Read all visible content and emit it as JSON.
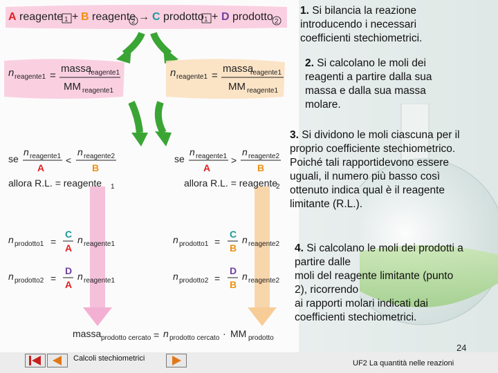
{
  "diagram": {
    "top_eq": {
      "A": "A",
      "reagente_a": " reagente",
      "sub1": "1",
      "plus1": " + ",
      "B": "B",
      "reagente_b": " reagente",
      "sub2": "2",
      "arrow": " → ",
      "C": "C",
      "prodotto_c": " prodotto",
      "sub3": "1",
      "plus2": " + ",
      "D": "D",
      "prodotto_d": " prodotto",
      "sub4": "2"
    },
    "left": {
      "n": "n",
      "n_sub": "reagente1",
      "eq": "=",
      "num": "massa",
      "num_sub": "reagente1",
      "den": "MM",
      "den_sub": "reagente1",
      "se": "se",
      "cmp_num1_sub": "reagente1",
      "cmp_den1": "A",
      "lt": "<",
      "cmp_num2_sub": "reagente2",
      "cmp_den2": "B",
      "allora": "allora R.L. = reagente",
      "allora_sub": "1",
      "p1_sub": "prodotto1",
      "p1_num": "C",
      "p1_den": "A",
      "p1_n_sub": "reagente1",
      "p2_sub": "prodotto2",
      "p2_num": "D",
      "p2_den": "A",
      "p2_n_sub": "reagente1"
    },
    "right": {
      "n_sub": "reagente1",
      "num": "massa",
      "num_sub": "reagente1",
      "den": "MM",
      "den_sub": "reagente1",
      "se": "se",
      "cmp_num1_sub": "reagente1",
      "cmp_den1": "A",
      "gt": ">",
      "cmp_num2_sub": "reagente2",
      "cmp_den2": "B",
      "allora": "allora R.L. = reagente",
      "allora_sub": "2",
      "p1_sub": "prodotto1",
      "p1_num": "C",
      "p1_den": "B",
      "p1_n_sub": "reagente2",
      "p2_sub": "prodotto2",
      "p2_num": "D",
      "p2_den": "B",
      "p2_n_sub": "reagente2"
    },
    "bottom": {
      "massa": "massa",
      "massa_sub": "prodotto cercato",
      "eq": "=",
      "n": "n",
      "n_sub": "prodotto cercato",
      "dot": "·",
      "mm": "MM",
      "mm_sub": "prodotto"
    },
    "colors": {
      "green_arrow": "#3aa535",
      "pink_arrow": "#f090c0",
      "orange_arrow": "#f6b86c",
      "highlight_pink": "#f9c8dc",
      "highlight_orange": "#fbe0c0",
      "red": "#e02020",
      "orange": "#f09010",
      "teal": "#1a9a9a",
      "purple": "#7040a0"
    }
  },
  "steps": [
    {
      "num": "1.",
      "lines": [
        "Si bilancia la reazione",
        "introducendo i necessari",
        "coefficienti stechiometrici."
      ]
    },
    {
      "num": "2.",
      "lines": [
        "Si calcolano le moli dei",
        "reagenti a partire dalla sua",
        "massa e dalla sua massa",
        "molare."
      ]
    },
    {
      "num": "3.",
      "lines": [
        "Si dividono le moli ciascuna per il",
        "proprio coefficiente stechiometrico.",
        "Poiché tali rapportidevono essere",
        "uguali, il numero più basso così",
        "ottenuto indica qual è il reagente",
        "limitante (R.L.)."
      ]
    },
    {
      "num": "4.",
      "lines": [
        "Si calcolano le moli dei prodotti a",
        "partire dalle",
        "moli del reagente limitante (punto",
        "2), ricorrendo",
        "ai rapporti molari indicati dai",
        "coefficienti stechiometrici."
      ]
    }
  ],
  "footer": {
    "page_number": "24",
    "nav_label": "Calcoli stechiometrici",
    "course_label": "UF2 La quantità nelle  reazioni"
  },
  "icons": [
    "prev-slide-icon",
    "next-slide-icon"
  ]
}
